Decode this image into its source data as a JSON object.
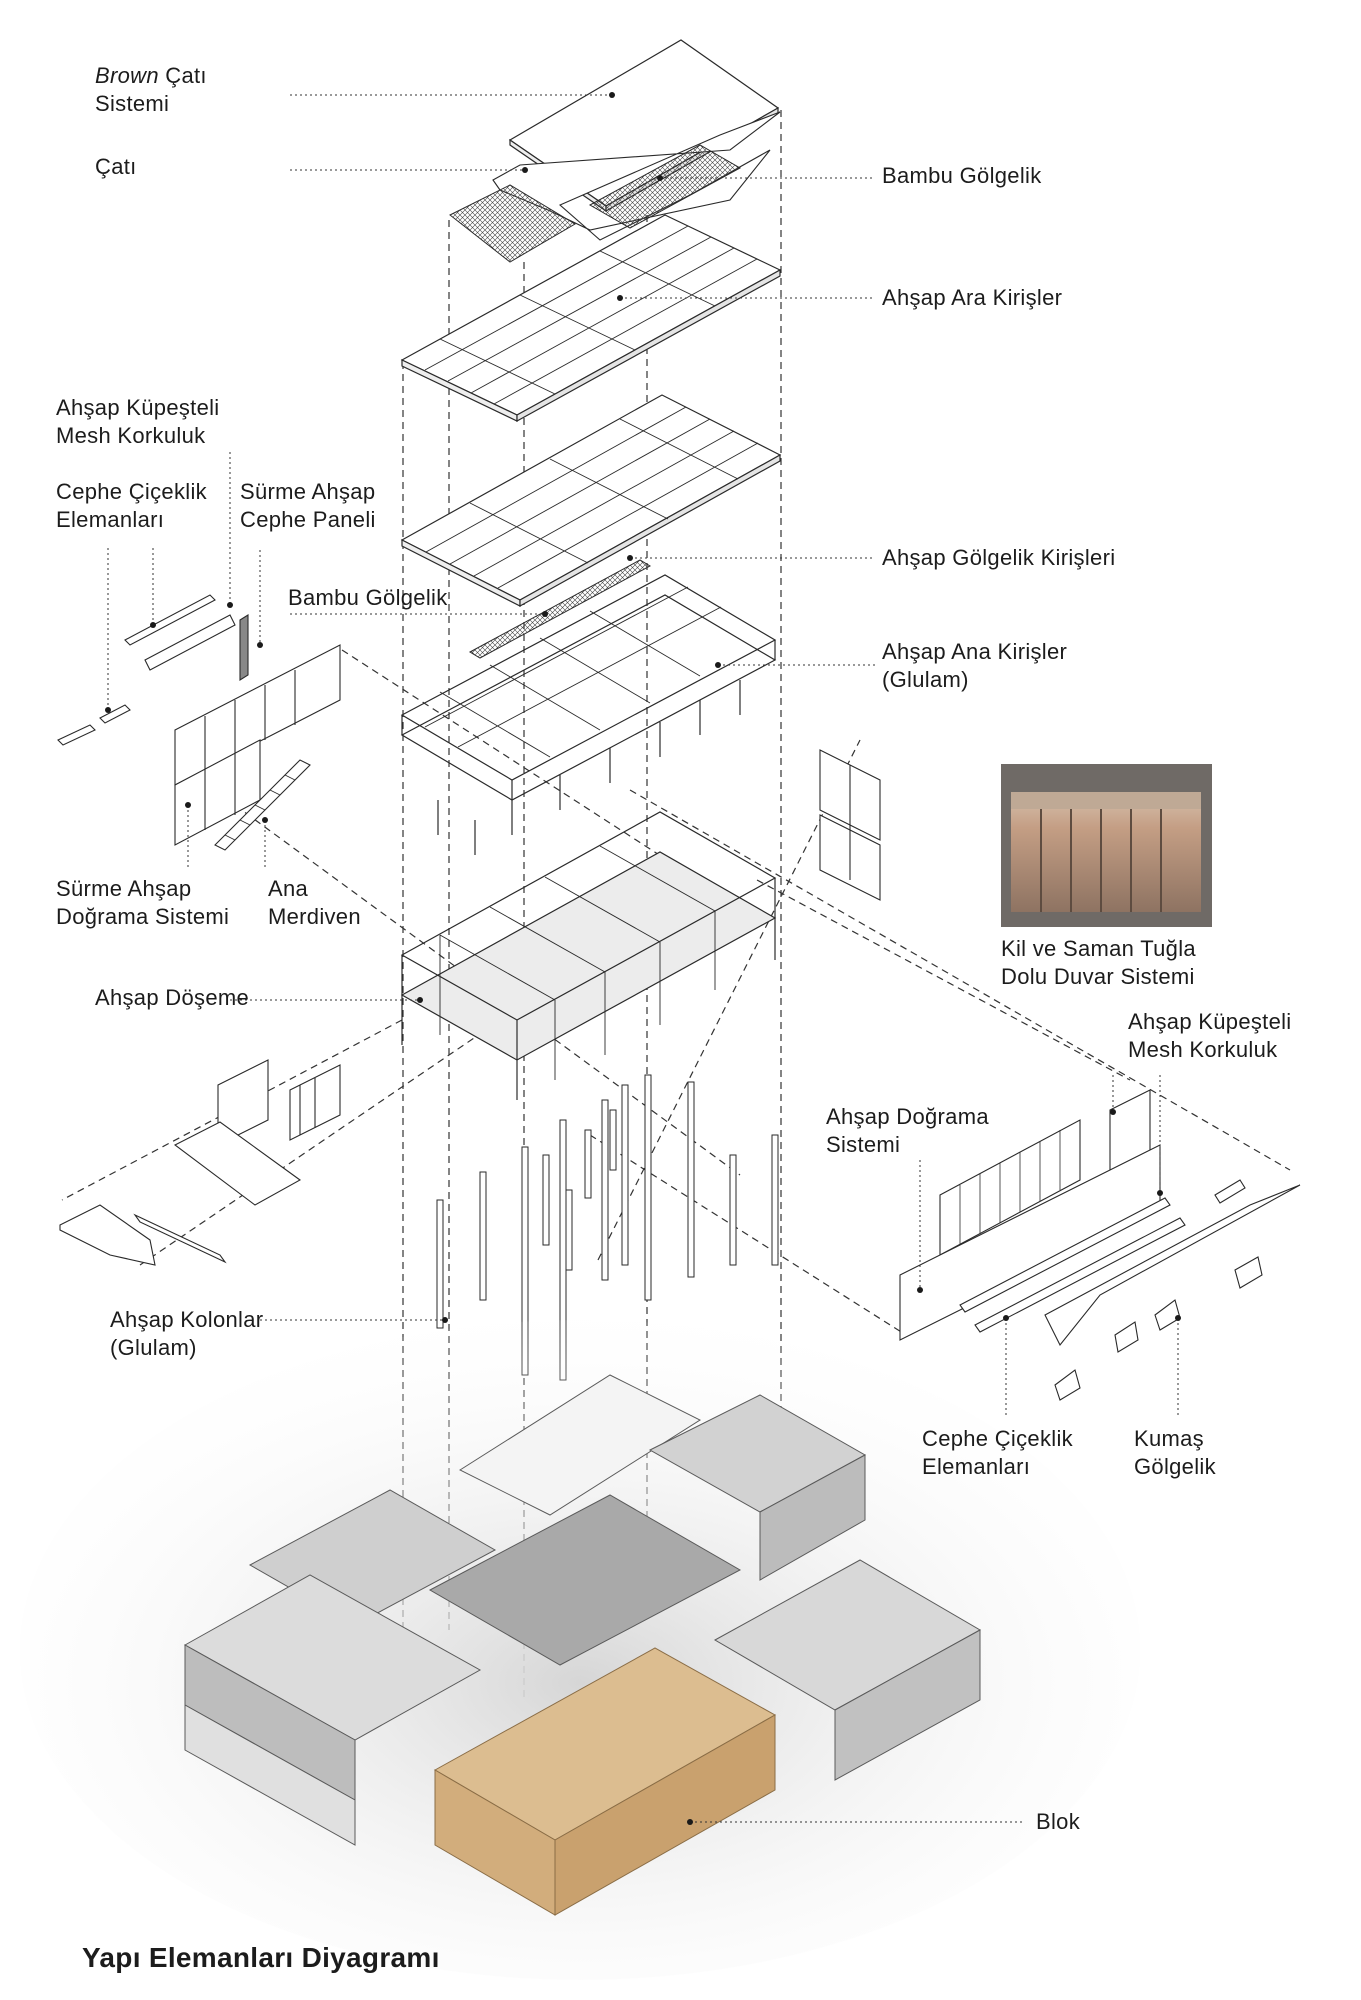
{
  "diagram": {
    "title": "Yapı Elemanları Diyagramı",
    "labels": {
      "brown_roof": {
        "italic": "Brown",
        "rest": " Çatı",
        "line2": "Sistemi"
      },
      "roof": "Çatı",
      "bamboo_top": "Bambu Gölgelik",
      "wood_joists": "Ahşap Ara Kirişler",
      "mesh_rail_left": {
        "line1": "Ahşap Küpeşteli",
        "line2": "Mesh Korkuluk"
      },
      "planter_left": {
        "line1": "Cephe Çiçeklik",
        "line2": "Elemanları"
      },
      "sliding_panel": {
        "line1": "Sürme Ahşap",
        "line2": "Cephe Paneli"
      },
      "bamboo_mid": "Bambu Gölgelik",
      "shade_beams": "Ahşap Gölgelik Kirişleri",
      "main_beams": {
        "line1": "Ahşap Ana Kirişler",
        "line2": "(Glulam)"
      },
      "sliding_joinery": {
        "line1": "Sürme Ahşap",
        "line2": "Doğrama Sistemi"
      },
      "main_stair": {
        "line1": "Ana",
        "line2": "Merdiven"
      },
      "brick_wall": {
        "line1": "Kil ve Saman Tuğla",
        "line2": "Dolu Duvar Sistemi"
      },
      "floor": "Ahşap Döşeme",
      "mesh_rail_right": {
        "line1": "Ahşap Küpeşteli",
        "line2": "Mesh Korkuluk"
      },
      "joinery_right": {
        "line1": "Ahşap Doğrama",
        "line2": "Sistemi"
      },
      "columns": {
        "line1": "Ahşap Kolonlar",
        "line2": "(Glulam)"
      },
      "planter_right": {
        "line1": "Cephe Çiçeklik",
        "line2": "Elemanları"
      },
      "fabric_shade": {
        "line1": "Kumaş",
        "line2": "Gölgelik"
      },
      "block": "Blok"
    },
    "colors": {
      "line": "#2a2a2a",
      "block_highlight": "#d9b888",
      "building_gray": "#c9c9c9",
      "brick": "#b89a80"
    }
  }
}
